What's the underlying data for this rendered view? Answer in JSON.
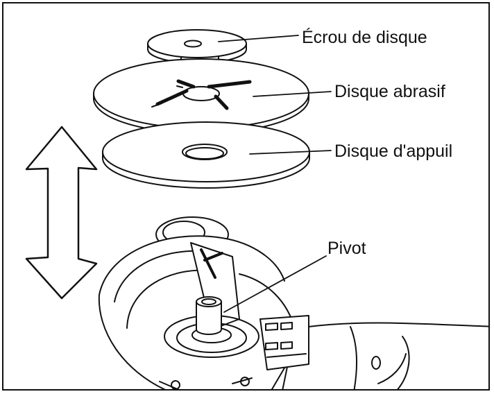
{
  "labels": {
    "disc_nut": "Écrou de disque",
    "abrasive_disc": "Disque abrasif",
    "backing_pad": "Disque d'appuil",
    "pivot": "Pivot"
  }
}
